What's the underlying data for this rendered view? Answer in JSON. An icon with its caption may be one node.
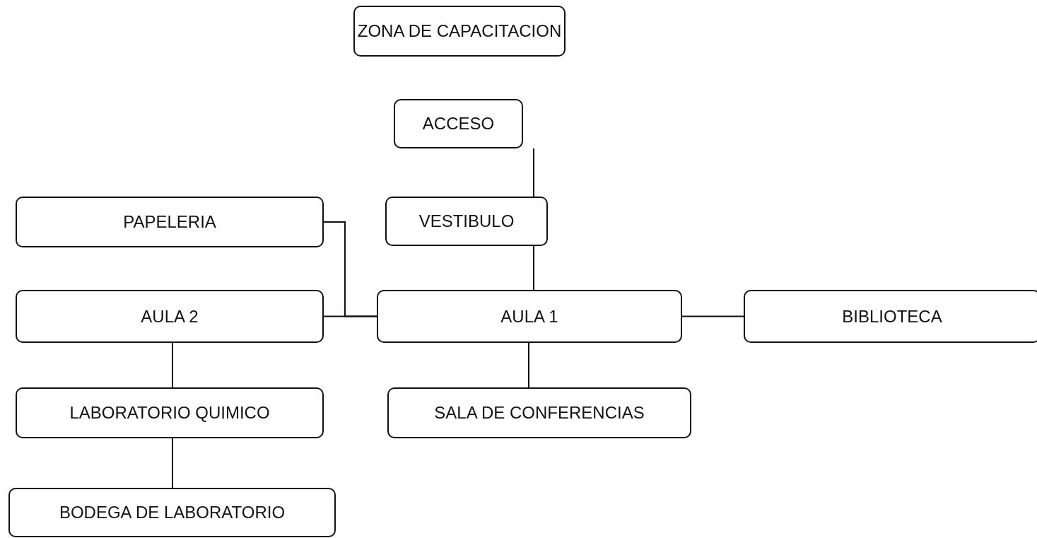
{
  "diagram": {
    "nodes": [
      {
        "text": [
          "ZONA DE CAPACITACION"
        ]
      },
      {
        "text": [
          "ACCESO"
        ]
      },
      {
        "text": [
          "VESTIBULO"
        ]
      },
      {
        "text": [
          "PAPELERIA"
        ]
      },
      {
        "text": [
          "AULA 2"
        ]
      },
      {
        "text": [
          "AULA 1"
        ]
      },
      {
        "text": [
          "BIBLIOTECA"
        ]
      },
      {
        "text": [
          "LABORATORIO QUIMICO"
        ]
      },
      {
        "text": [
          "SALA DE CONFERENCIAS"
        ]
      },
      {
        "text": [
          "BODEGA DE LABORATORIO"
        ]
      }
    ],
    "edges": [
      {
        "from": 1,
        "to": 2,
        "arrow": "none"
      },
      {
        "from": 2,
        "to": 5,
        "arrow": "none"
      },
      {
        "from": 3,
        "to": 5,
        "arrow": "none"
      },
      {
        "from": 4,
        "to": 5,
        "arrow": "none"
      },
      {
        "from": 5,
        "to": 6,
        "arrow": "none"
      },
      {
        "from": 5,
        "to": 8,
        "arrow": "none"
      },
      {
        "from": 4,
        "to": 7,
        "arrow": "none"
      },
      {
        "from": 7,
        "to": 9,
        "arrow": "none"
      }
    ]
  }
}
